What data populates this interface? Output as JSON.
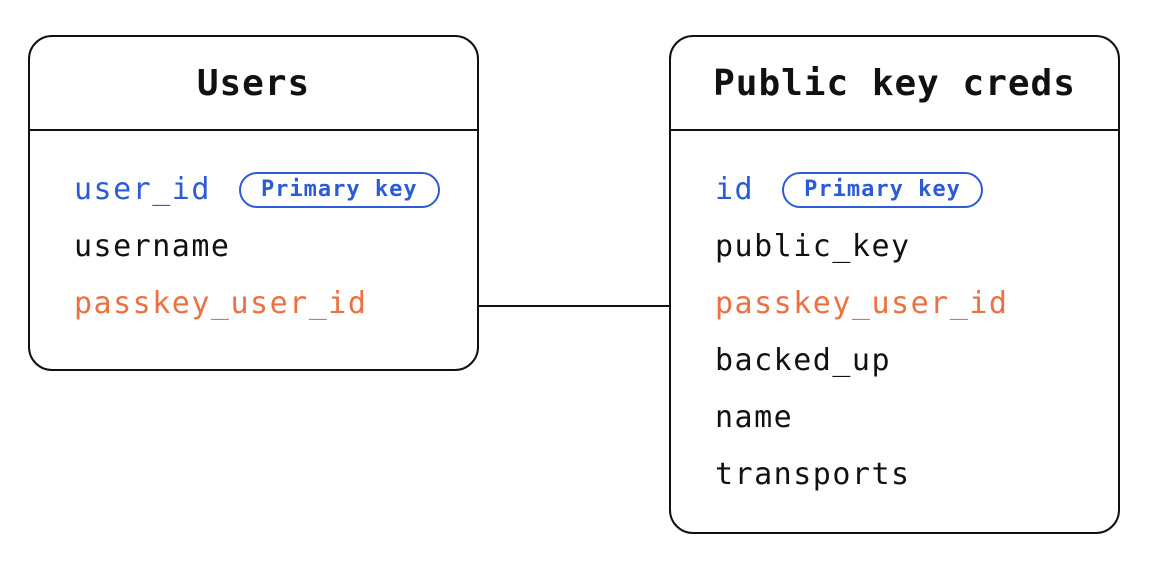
{
  "colors": {
    "blue": "#2B5BD7",
    "orange": "#EC7140",
    "stroke": "#111111",
    "background": "#FFFFFF"
  },
  "tables": [
    {
      "title": "Users",
      "fields": [
        {
          "label": "user_id",
          "badge": "Primary key"
        },
        {
          "label": "username"
        },
        {
          "label": "passkey_user_id"
        }
      ]
    },
    {
      "title": "Public key creds",
      "fields": [
        {
          "label": "id",
          "badge": "Primary key"
        },
        {
          "label": "public_key"
        },
        {
          "label": "passkey_user_id"
        },
        {
          "label": "backed_up"
        },
        {
          "label": "name"
        },
        {
          "label": "transports"
        }
      ]
    }
  ],
  "relationship": {
    "from": "Users.passkey_user_id",
    "to": "Public key creds.passkey_user_id"
  }
}
